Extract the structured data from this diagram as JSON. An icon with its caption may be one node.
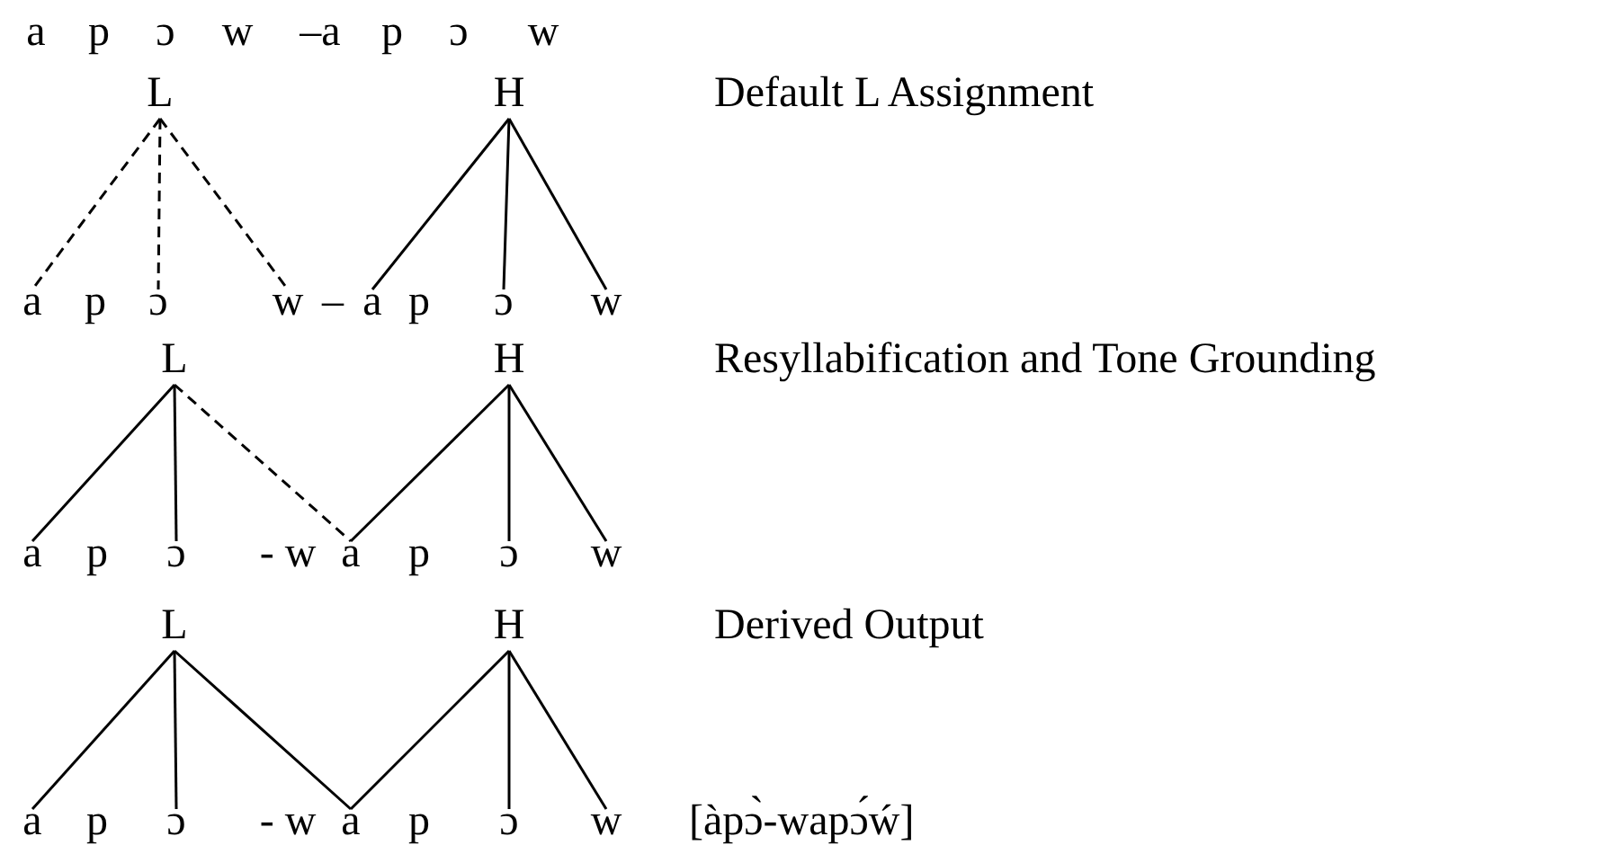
{
  "diagram": {
    "nodes": [
      {
        "text": [
          "L"
        ]
      },
      {
        "text": [
          "H"
        ]
      },
      {
        "text": [
          "a"
        ]
      },
      {
        "text": [
          "ɔ"
        ]
      },
      {
        "text": [
          "w"
        ]
      },
      {
        "text": [
          "a"
        ]
      },
      {
        "text": [
          "ɔ"
        ]
      },
      {
        "text": [
          "w"
        ]
      },
      {
        "text": [
          "L"
        ]
      },
      {
        "text": [
          "H"
        ]
      },
      {
        "text": [
          "a"
        ]
      },
      {
        "text": [
          "ɔ"
        ]
      },
      {
        "text": [
          "a"
        ]
      },
      {
        "text": [
          "ɔ"
        ]
      },
      {
        "text": [
          "w"
        ]
      },
      {
        "text": [
          "L"
        ]
      },
      {
        "text": [
          "H"
        ]
      },
      {
        "text": [
          "a"
        ]
      },
      {
        "text": [
          "ɔ"
        ]
      },
      {
        "text": [
          "a"
        ]
      },
      {
        "text": [
          "ɔ"
        ]
      },
      {
        "text": [
          "w"
        ]
      }
    ],
    "edges": [
      {
        "from": 0,
        "to": 2,
        "arrow": "none",
        "style": "dashed"
      },
      {
        "from": 0,
        "to": 3,
        "arrow": "none",
        "style": "dashed"
      },
      {
        "from": 0,
        "to": 4,
        "arrow": "none",
        "style": "dashed"
      },
      {
        "from": 1,
        "to": 5,
        "arrow": "none"
      },
      {
        "from": 1,
        "to": 6,
        "arrow": "none"
      },
      {
        "from": 1,
        "to": 7,
        "arrow": "none"
      },
      {
        "from": 8,
        "to": 10,
        "arrow": "none"
      },
      {
        "from": 8,
        "to": 11,
        "arrow": "none"
      },
      {
        "from": 8,
        "to": 12,
        "arrow": "none",
        "style": "dashed"
      },
      {
        "from": 9,
        "to": 12,
        "arrow": "none"
      },
      {
        "from": 9,
        "to": 13,
        "arrow": "none"
      },
      {
        "from": 9,
        "to": 14,
        "arrow": "none"
      },
      {
        "from": 15,
        "to": 17,
        "arrow": "none"
      },
      {
        "from": 15,
        "to": 18,
        "arrow": "none"
      },
      {
        "from": 15,
        "to": 19,
        "arrow": "none"
      },
      {
        "from": 16,
        "to": 19,
        "arrow": "none"
      },
      {
        "from": 16,
        "to": 20,
        "arrow": "none"
      },
      {
        "from": 16,
        "to": 21,
        "arrow": "none"
      }
    ],
    "labels": [
      "a",
      "p",
      "ɔ",
      "w",
      "–a",
      "p",
      "ɔ",
      "w",
      "Default L Assignment",
      "p",
      "–",
      "p",
      "Resyllabification and Tone Grounding",
      "p",
      "- w",
      "p",
      "Derived Output",
      "p",
      "- w",
      "p",
      "[àpɔ̀-wapɔ́ẃ]"
    ]
  }
}
